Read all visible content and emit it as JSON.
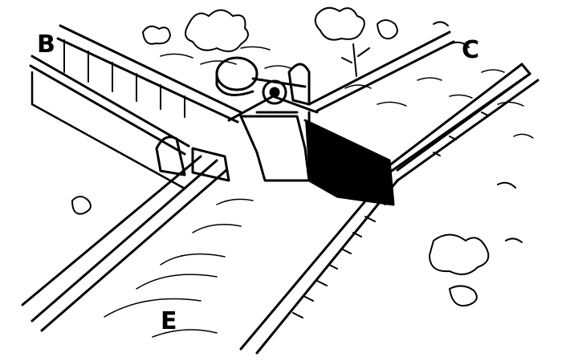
{
  "figure": {
    "labels": {
      "b": "B",
      "c": "C",
      "e": "E"
    },
    "ink_color": "#000000",
    "paper_color": "#ffffff"
  }
}
